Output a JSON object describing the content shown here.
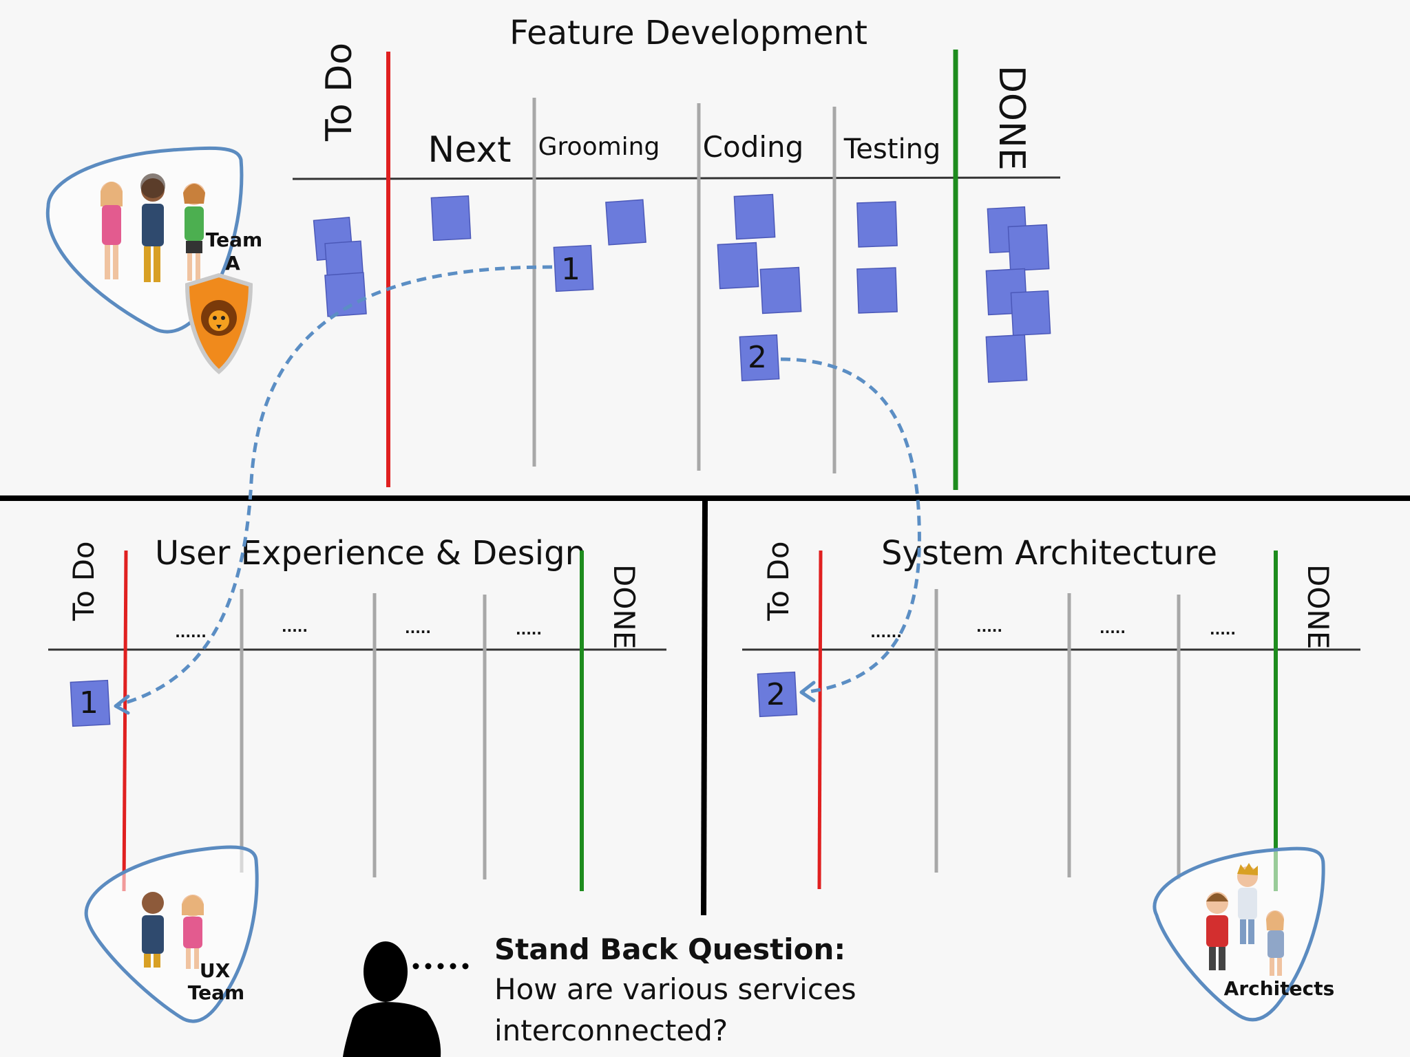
{
  "boards": {
    "feature": {
      "title": "Feature Development",
      "todo": "To Do",
      "done": "DONE",
      "columns": [
        "Next",
        "Grooming",
        "Coding",
        "Testing"
      ]
    },
    "ux": {
      "title": "User Experience & Design",
      "todo": "To Do",
      "done": "DONE",
      "columns": [
        "......",
        ".....",
        ".....",
        "....."
      ]
    },
    "arch": {
      "title": "System Architecture",
      "todo": "To Do",
      "done": "DONE",
      "columns": [
        "......",
        ".....",
        ".....",
        "....."
      ]
    }
  },
  "notes": {
    "note1": "1",
    "note2": "2",
    "ux_note": "1",
    "arch_note": "2"
  },
  "teams": {
    "team_a": [
      "Team",
      "A"
    ],
    "ux_team": [
      "UX",
      "Team"
    ],
    "architects": "Architects"
  },
  "question": {
    "title": "Stand Back Question:",
    "line1": "How are various services",
    "line2": "interconnected?"
  },
  "colors": {
    "todo_line": "#e02020",
    "done_line": "#1e8c1e",
    "column_line": "#a8a8a8",
    "sticky_note": "#6b7bdc",
    "arrow": "#5b8ec4",
    "team_outline": "#5b8bc0"
  }
}
